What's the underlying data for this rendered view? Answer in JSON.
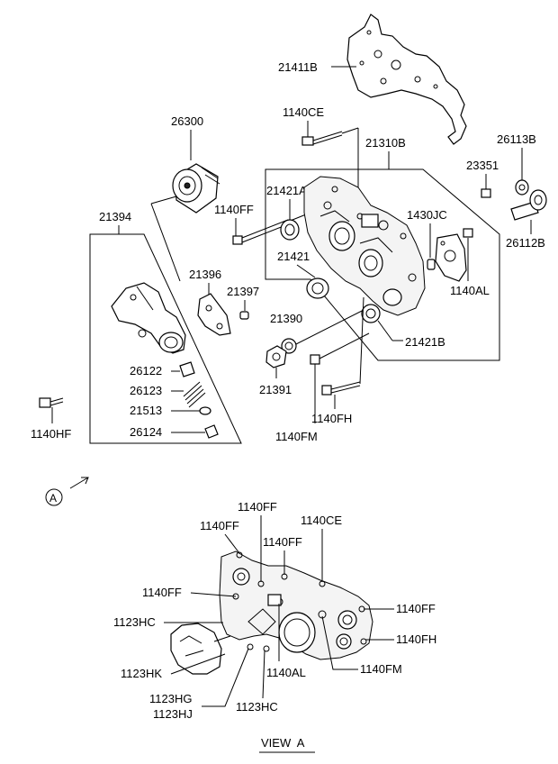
{
  "diagram": {
    "upper_labels": {
      "p21411B": "21411B",
      "p1140CE": "1140CE",
      "p21310B": "21310B",
      "p26113B": "26113B",
      "p23351": "23351",
      "p26112B": "26112B",
      "p26300": "26300",
      "p21421A": "21421A",
      "p1140FF": "1140FF",
      "p1430JC": "1430JC",
      "p21394": "21394",
      "p21421": "21421",
      "p1140AL": "1140AL",
      "p21396": "21396",
      "p21397": "21397",
      "p21390": "21390",
      "p21421B": "21421B",
      "p26122": "26122",
      "p26123": "26123",
      "p21513": "21513",
      "p26124": "26124",
      "p21391": "21391",
      "p1140FH": "1140FH",
      "p1140HF": "1140HF",
      "p1140FM": "1140FM"
    },
    "view_marker": "A",
    "view_labels": {
      "ff_top": "1140FF",
      "ff_left_top": "1140FF",
      "ce": "1140CE",
      "ff_mid": "1140FF",
      "ff_left": "1140FF",
      "ff_right": "1140FF",
      "hc_left": "1123HC",
      "fh_right": "1140FH",
      "hk": "1123HK",
      "al": "1140AL",
      "fm": "1140FM",
      "hg": "1123HG",
      "hj": "1123HJ",
      "hc_bottom": "1123HC"
    },
    "view_title": "VIEW  A"
  }
}
